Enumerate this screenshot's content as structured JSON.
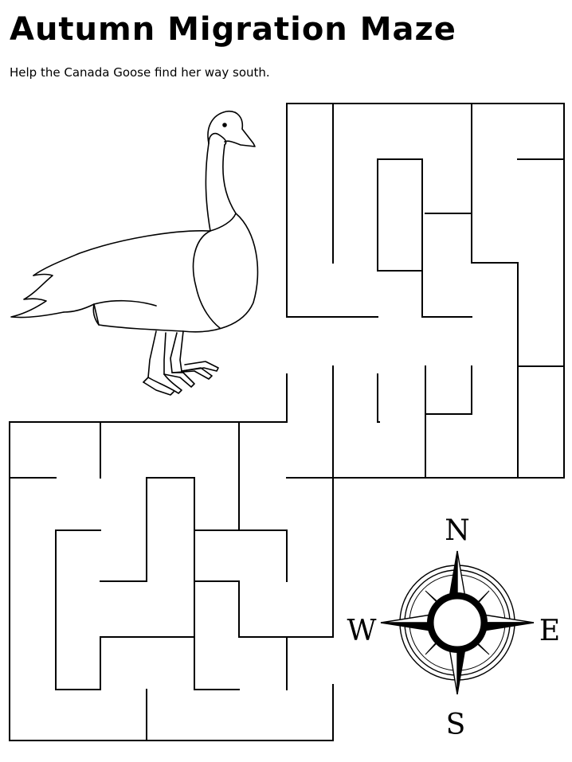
{
  "worksheet": {
    "title": "Autumn Migration Maze",
    "instructions": "Help the Canada Goose find her way south."
  },
  "compass": {
    "north": "N",
    "south": "S",
    "east": "E",
    "west": "W"
  },
  "icons": {
    "goose": "canada-goose-icon",
    "compass": "compass-rose-icon"
  },
  "colors": {
    "ink": "#000000",
    "paper": "#ffffff"
  }
}
